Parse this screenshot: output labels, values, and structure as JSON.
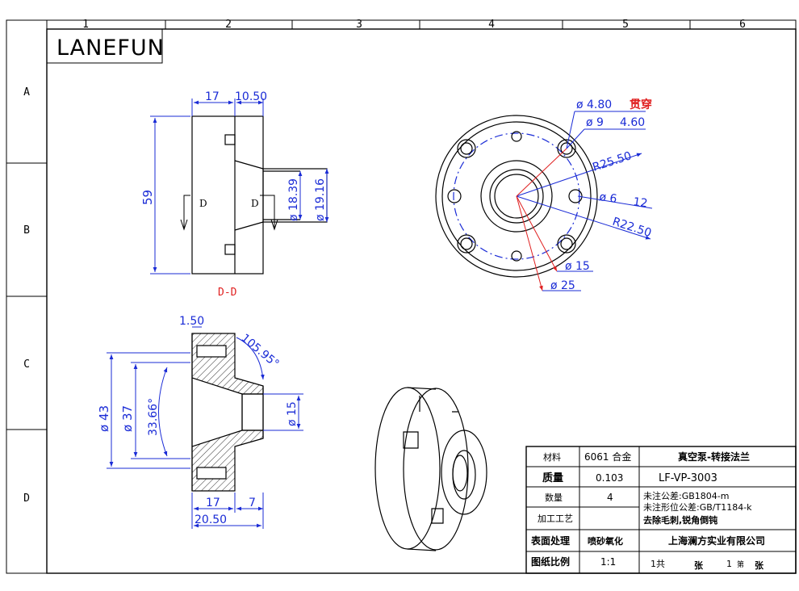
{
  "logo": "LANEFUN",
  "grid": {
    "columns": [
      "1",
      "2",
      "3",
      "4",
      "5",
      "6"
    ],
    "rows": [
      "A",
      "B",
      "C",
      "D"
    ]
  },
  "side_view": {
    "dims": {
      "w17": "17",
      "w1050": "10.50",
      "h59": "59",
      "d1839": "ø 18.39",
      "d1916": "ø 19.16"
    },
    "section_marks": [
      "D",
      "D"
    ]
  },
  "section_label": "D-D",
  "section_view": {
    "dims": {
      "t150": "1.50",
      "a10595": "105.95°",
      "d43": "ø 43",
      "d37": "ø 37",
      "a3366": "33.66°",
      "d15": "ø 15",
      "w17": "17",
      "w7": "7",
      "w2050": "20.50"
    }
  },
  "front_view": {
    "callouts": {
      "d480": "ø 4.80",
      "through": "贯穿",
      "d9": "ø 9",
      "d9depth": "4.60",
      "r2550": "R25.50",
      "d6": "ø 6",
      "d6depth": "12",
      "r2250": "R22.50",
      "d15": "ø 15",
      "d25": "ø 25"
    }
  },
  "title_block": {
    "material_label": "材料",
    "material_value": "6061 合金",
    "name": "真空泵-转接法兰",
    "mass_label": "质量",
    "mass_value": "0.103",
    "part_no": "LF-VP-3003",
    "qty_label": "数量",
    "qty_value": "4",
    "note1": "未注公差:GB1804-m",
    "note2": "未注形位公差:GB/T1184-k",
    "note3": "去除毛刺,锐角倒钝",
    "process_label": "加工工艺",
    "surface_label": "表面处理",
    "surface_value": "喷砂氧化",
    "company": "上海澜方实业有限公司",
    "scale_label": "图纸比例",
    "scale_value": "1:1",
    "sheets_total": "1共",
    "sheets_word1": "张",
    "sheets_num": "1",
    "sheets_index": "第",
    "sheets_word2": "张"
  },
  "colors": {
    "dimension": "#1a2bd6",
    "callout_red": "#e02020",
    "line": "#000000"
  }
}
